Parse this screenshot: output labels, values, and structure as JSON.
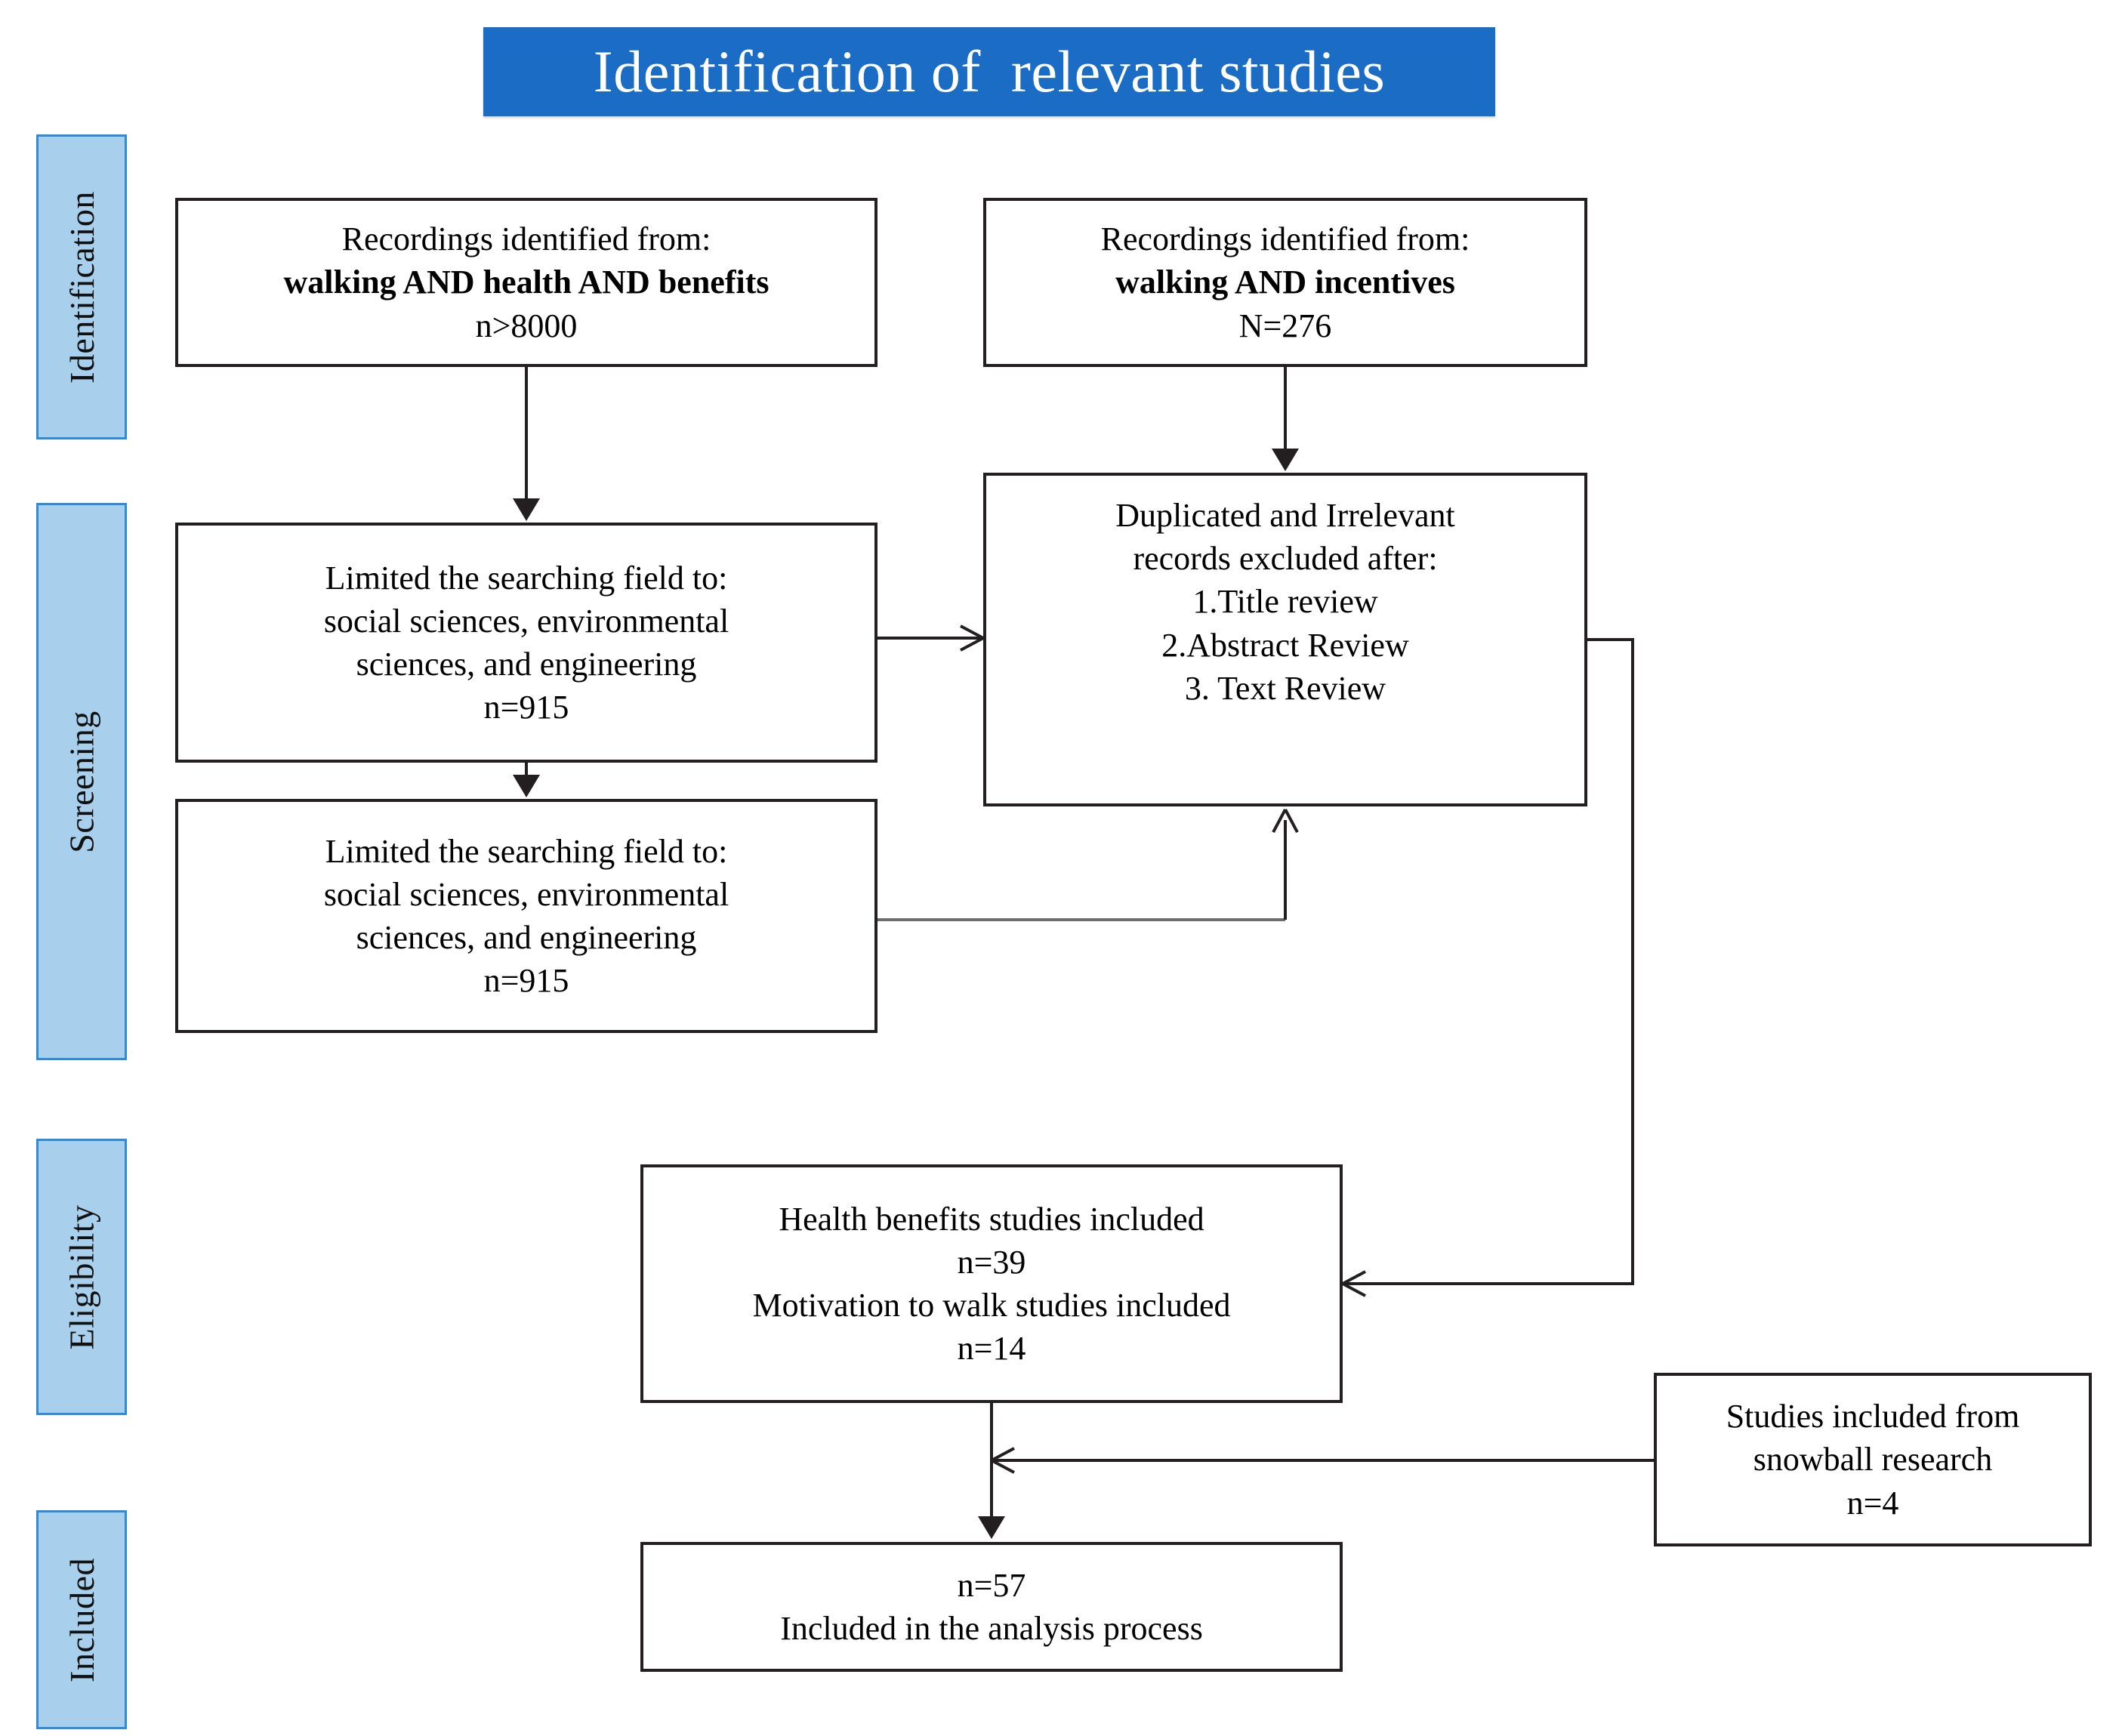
{
  "title_banner": {
    "text": "Identification of  relevant studies",
    "background": "#1B6CC4",
    "text_color": "#FFFFFF"
  },
  "stage_labels": [
    {
      "name": "identification",
      "text": "Identification"
    },
    {
      "name": "screening",
      "text": "Screening"
    },
    {
      "name": "eligibility",
      "text": "Eligibility"
    },
    {
      "name": "included",
      "text": "Included"
    }
  ],
  "palette": {
    "banner_blue": "#1B6CC4",
    "stage_fill": "#A8CFEC",
    "stage_border": "#2E8BD8",
    "box_border": "#231F20",
    "box_fill": "#FFFFFF",
    "connector": "#231F20"
  },
  "boxes": {
    "identification_left": {
      "lines": [
        {
          "text": "Recordings identified from:",
          "bold": false
        },
        {
          "text": "walking AND health AND benefits",
          "bold": true
        },
        {
          "text": "n>8000",
          "bold": false
        }
      ]
    },
    "identification_right": {
      "lines": [
        {
          "text": "Recordings identified from:",
          "bold": false
        },
        {
          "text": "walking AND incentives",
          "bold": true
        },
        {
          "text": "N=276",
          "bold": false
        }
      ]
    },
    "screening_first": {
      "lines": [
        {
          "text": "Limited the searching field to:",
          "bold": false
        },
        {
          "text": "social sciences, environmental",
          "bold": false
        },
        {
          "text": "sciences, and engineering",
          "bold": false
        },
        {
          "text": "n=915",
          "bold": false
        }
      ]
    },
    "screening_second": {
      "lines": [
        {
          "text": "Limited the searching field to:",
          "bold": false
        },
        {
          "text": "social sciences, environmental",
          "bold": false
        },
        {
          "text": "sciences, and engineering",
          "bold": false
        },
        {
          "text": "n=915",
          "bold": false
        }
      ]
    },
    "excluded": {
      "lines": [
        {
          "text": "Duplicated and Irrelevant",
          "bold": false
        },
        {
          "text": "records excluded after:",
          "bold": false
        },
        {
          "text": "1.Title review",
          "bold": false
        },
        {
          "text": "2.Abstract Review",
          "bold": false
        },
        {
          "text": "3. Text Review",
          "bold": false
        }
      ]
    },
    "eligibility": {
      "lines": [
        {
          "text": "Health benefits studies included",
          "bold": false
        },
        {
          "text": "n=39",
          "bold": false
        },
        {
          "text": "Motivation to walk studies included",
          "bold": false
        },
        {
          "text": "n=14",
          "bold": false
        }
      ]
    },
    "snowball": {
      "lines": [
        {
          "text": "Studies included from",
          "bold": false
        },
        {
          "text": "snowball research",
          "bold": false
        },
        {
          "text": "n=4",
          "bold": false
        }
      ]
    },
    "final_included": {
      "lines": [
        {
          "text": "n=57",
          "bold": false
        },
        {
          "text": "Included in the analysis process",
          "bold": false
        }
      ]
    }
  },
  "counts": {
    "identification_left_n": "n>8000",
    "identification_right_n": "N=276",
    "screening_first_n": "n=915",
    "screening_second_n": "n=915",
    "health_benefits_n": "n=39",
    "motivation_n": "n=14",
    "snowball_n": "n=4",
    "final_n": "n=57"
  }
}
